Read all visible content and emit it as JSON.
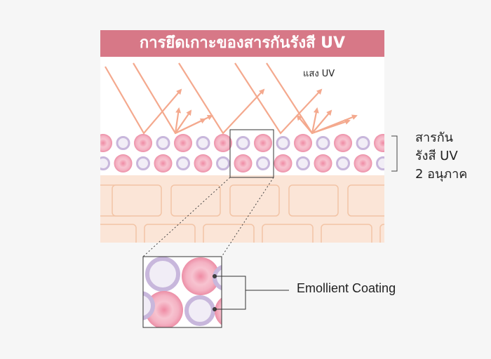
{
  "title": "การยึดเกาะของสารกันรังสี UV",
  "uv_label": "แสง UV",
  "filter_label_lines": [
    "สารกัน",
    "รังสี UV",
    "2 อนุภาค"
  ],
  "coating_label": "Emollient Coating",
  "colors": {
    "title_bar": "#d77887",
    "ray": "#f4a98e",
    "pink_particle": "#ef9cb0",
    "purple_ring": "#c8b7dc",
    "skin": "#fbe5d7",
    "skin_line": "#f2c4a6"
  }
}
